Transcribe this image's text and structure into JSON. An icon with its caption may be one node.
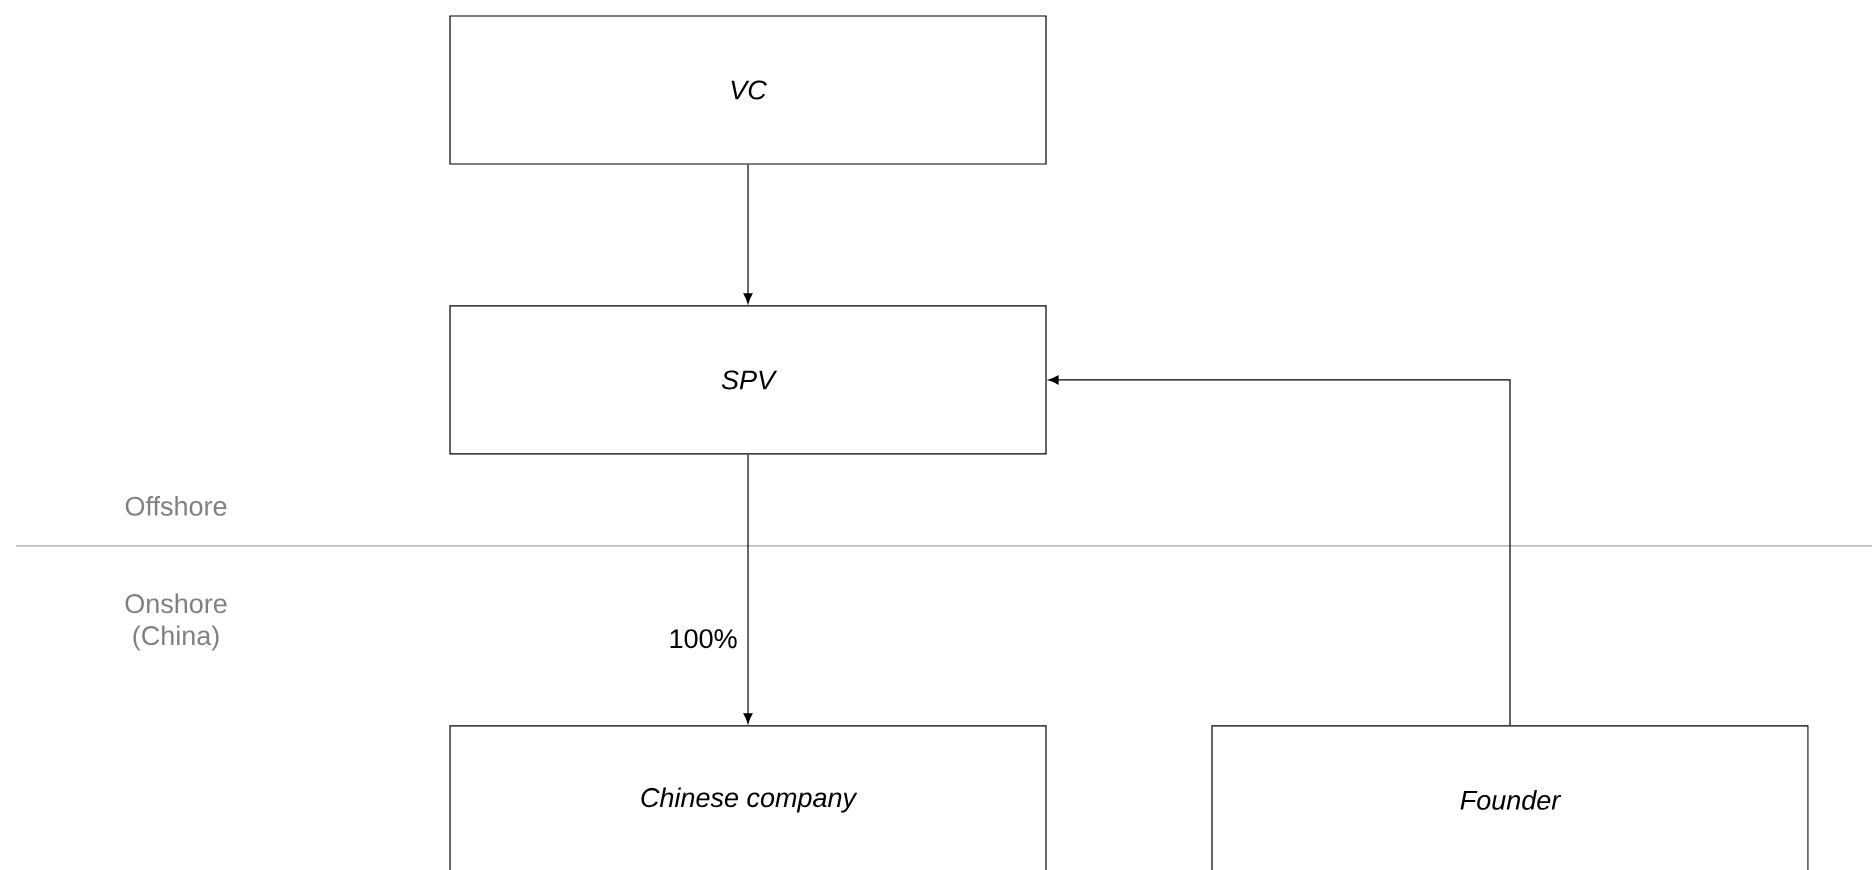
{
  "diagram": {
    "nodes": [
      {
        "text": [
          "VC"
        ]
      },
      {
        "text": [
          "SPV"
        ]
      },
      {
        "text": [
          "Chinese company"
        ]
      },
      {
        "text": [
          "Founder"
        ]
      }
    ],
    "edges": [
      {
        "from": 0,
        "to": 1,
        "arrow": "to"
      },
      {
        "from": 1,
        "to": 2,
        "arrow": "to",
        "label": "100%"
      },
      {
        "from": 3,
        "to": 1,
        "arrow": "to"
      }
    ],
    "labels": [
      "Offshore",
      "Onshore (China)"
    ]
  }
}
